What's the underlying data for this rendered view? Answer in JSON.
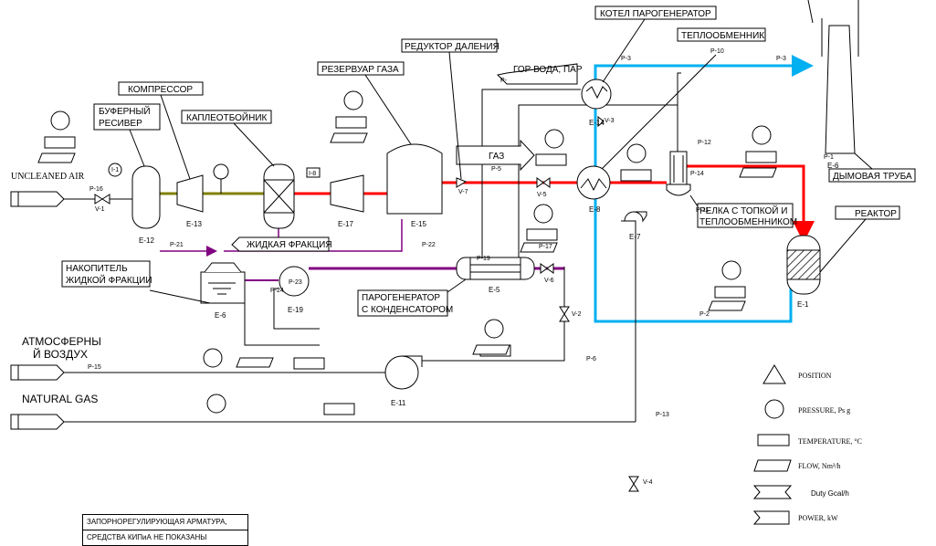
{
  "colors": {
    "main_line": "#ff0000",
    "gas_line": "#808000",
    "liquid_line": "#800080",
    "flue_line": "#00b0f0",
    "line": "#000000"
  },
  "inputs": {
    "uncleaned_air": "UNCLEANED AIR",
    "atmospheric_air_1": "АТМОСФЕРНЫ",
    "atmospheric_air_2": "Й ВОЗДУХ",
    "natural_gas": "NATURAL GAS"
  },
  "callouts": {
    "buffer_receiver_1": "БУФЕРНЫЙ",
    "buffer_receiver_2": "РЕСИВЕР",
    "compressor": "КОМПРЕССОР",
    "droplet_separator": "КАПЛЕОТБОЙНИК",
    "gas_reservoir": "РЕЗЕРВУАР ГАЗА",
    "pressure_reducer": "РЕДУКТОР ДАЛЕНИЯ",
    "steam_boiler": "КОТЕЛ ПАРОГЕНЕРАТОР",
    "heat_exchanger": "ТЕПЛООБМЕННИК",
    "hot_water_steam": "ГОР ВОДА, ПАР",
    "gas": "ГАЗ",
    "liquid_fraction": "ЖИДКАЯ ФРАКЦИЯ",
    "liquid_storage_1": "НАКОПИТЕЛЬ",
    "liquid_storage_2": "ЖИДКОЙ ФРАКЦИИ",
    "steam_gen_cond_1": "ПАРОГЕНЕРАТОР",
    "steam_gen_cond_2": "С КОНДЕНСАТОРОМ",
    "burner_1": "РЕЛКА С ТОПКОЙ И",
    "burner_2": "ТЕПЛООБМЕННИКОМ",
    "reactor": "РЕАКТОР",
    "chimney": "ДЫМОВАЯ ТРУБА"
  },
  "equipment": {
    "e12": "E-12",
    "e13": "E-13",
    "e17": "E-17",
    "e15": "E-15",
    "e14": "E-14",
    "e8": "E-8",
    "e7": "E-7",
    "e5": "E-5",
    "e6": "E-6",
    "e19": "E-19",
    "e11": "E-11",
    "e1": "E-1",
    "e6b": "E-6"
  },
  "streams": {
    "p16": "P-16",
    "p21": "P-21",
    "p22": "P-22",
    "p24": "P-24",
    "p23": "P-23",
    "p5": "P-5",
    "p3a": "P-3",
    "p3b": "P-3",
    "p10": "P-10",
    "p12": "P-12",
    "p14a": "P-14",
    "p11": "P-11",
    "p17": "P-17",
    "p19": "P-19",
    "p6": "P-6",
    "p15": "P-15",
    "p13": "P-13",
    "p2": "P-2",
    "p1": "P-1",
    "p": "P-"
  },
  "valves": {
    "v1": "V-1",
    "v7": "V-7",
    "v5": "V-5",
    "v6": "V-6",
    "v2": "V-2",
    "v3": "V-3",
    "v4": "V-4"
  },
  "instruments": {
    "i1": "I-1",
    "i8": "I-8"
  },
  "legend": {
    "position": "POSITION",
    "pressure": "PRESSURE, Ps g",
    "temperature": "TEMPERATURE, °C",
    "flow": "FLOW, Nm³/h",
    "duty": "Duty Gcal/h",
    "power": "POWER, kW"
  },
  "notes": {
    "line1": "ЗАПОРНОРЕГУЛИРУЮЩАЯ АРМАТУРА,",
    "line2": "СРЕДСТВА КИПиА НЕ ПОКАЗАНЫ"
  }
}
